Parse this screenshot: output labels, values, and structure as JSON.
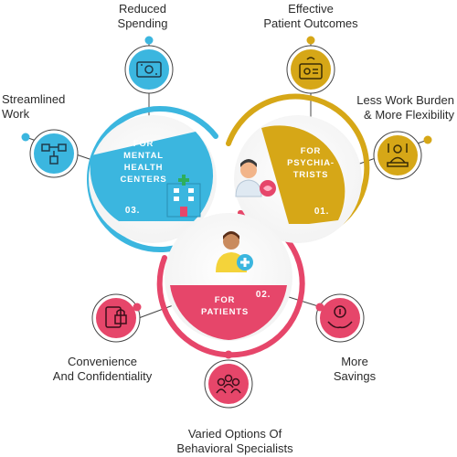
{
  "colors": {
    "blue": "#3BB6DF",
    "yellow": "#D6A717",
    "pink": "#E6466A",
    "line": "#444444",
    "white": "#FFFFFF"
  },
  "segments": [
    {
      "id": "psychiatrists",
      "number": "01.",
      "lines": [
        "FOR",
        "PSYCHIA-",
        "TRISTS"
      ],
      "color": "#D6A717",
      "icon": "doctor-icon"
    },
    {
      "id": "patients",
      "number": "02.",
      "lines": [
        "FOR",
        "PATIENTS"
      ],
      "color": "#E6466A",
      "icon": "patient-icon"
    },
    {
      "id": "mental-health-centers",
      "number": "03.",
      "lines": [
        "FOR",
        "MENTAL",
        "HEALTH",
        "CENTERS"
      ],
      "color": "#3BB6DF",
      "icon": "hospital-building-icon"
    }
  ],
  "benefits": [
    {
      "id": "reduced-spending",
      "lines": [
        "Reduced",
        "Spending"
      ],
      "icon": "money-icon"
    },
    {
      "id": "effective-patient-outcomes",
      "lines": [
        "Effective",
        "Patient Outcomes"
      ],
      "icon": "outcomes-icon"
    },
    {
      "id": "streamlined-work",
      "lines": [
        "Streamlined",
        "Work"
      ],
      "icon": "workflow-icon"
    },
    {
      "id": "less-work-burden",
      "lines": [
        "Less Work Burden",
        "& More Flexibility"
      ],
      "icon": "workload-icon"
    },
    {
      "id": "convenience-confidentiality",
      "lines": [
        "Convenience",
        "And Confidentiality"
      ],
      "icon": "device-lock-icon"
    },
    {
      "id": "more-savings",
      "lines": [
        "More",
        "Savings"
      ],
      "icon": "savings-hand-icon"
    },
    {
      "id": "varied-options",
      "lines": [
        "Varied Options Of",
        "Behavioral Specialists"
      ],
      "icon": "specialists-icon"
    }
  ]
}
